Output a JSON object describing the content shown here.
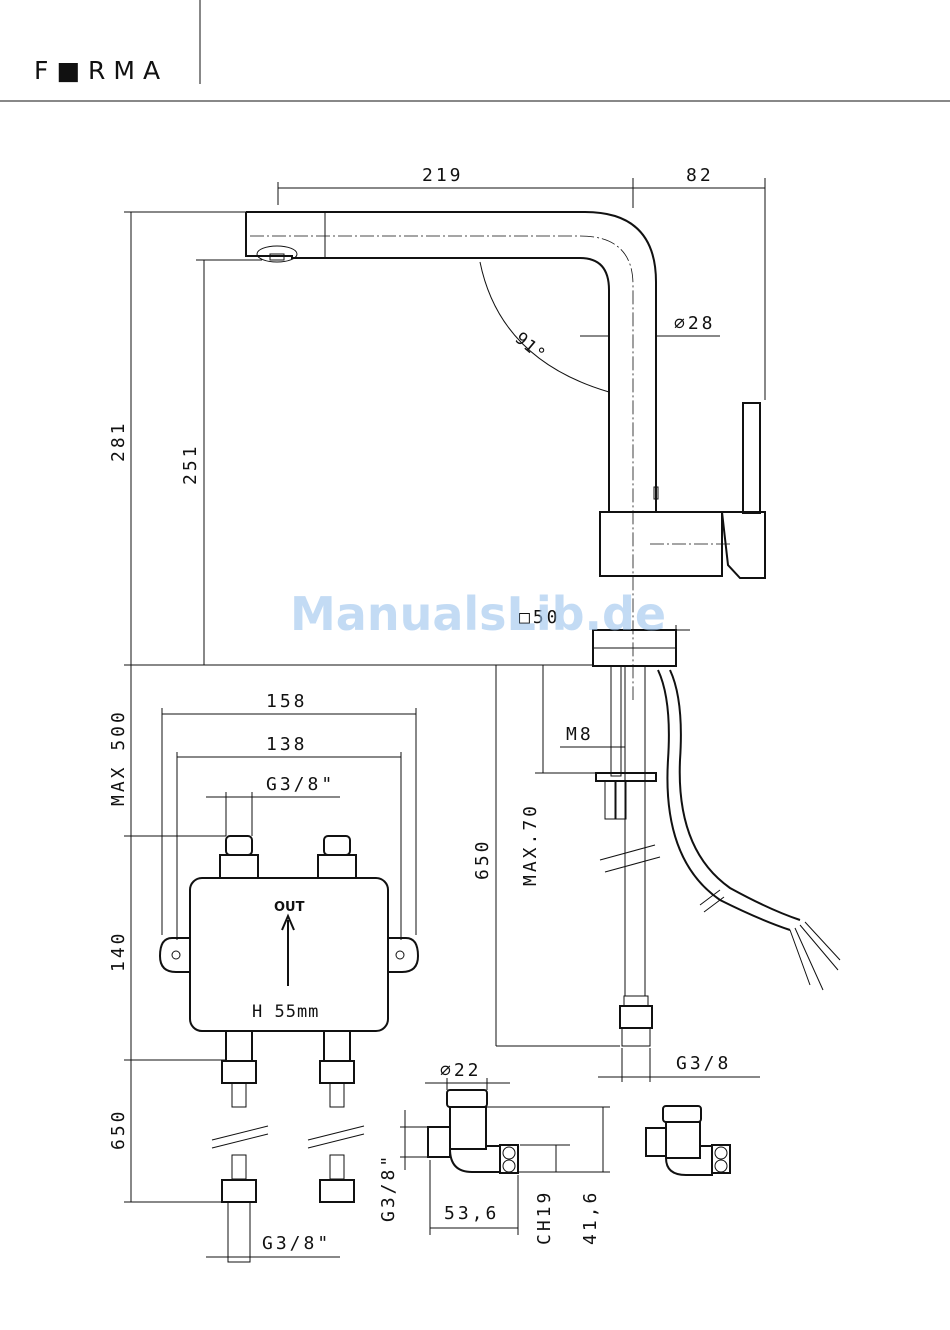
{
  "brand": {
    "name": "F■RMA"
  },
  "watermark": "ManualsLib.de",
  "dimensions": {
    "width_219": "219",
    "width_82": "82",
    "diam_28": "∅28",
    "angle_91": "91°",
    "height_281": "281",
    "height_251": "251",
    "square_50": "□50",
    "max_500": "MAX 500",
    "width_158": "158",
    "width_138": "138",
    "thread_g38_top": "G3/8\"",
    "m8": "M8",
    "max_70": "MAX.70",
    "length_650_right": "650",
    "height_140": "140",
    "length_650_left": "650",
    "thread_g38_right": "G3/8",
    "diam_22": "∅22",
    "thread_g38_valve": "G3/8\"",
    "dist_53_6": "53,6",
    "ch19": "CH19",
    "height_41_6": "41,6",
    "thread_g38_bottom": "G3/8\""
  },
  "box": {
    "out_label": "OUT",
    "height_label": "H 55mm"
  }
}
